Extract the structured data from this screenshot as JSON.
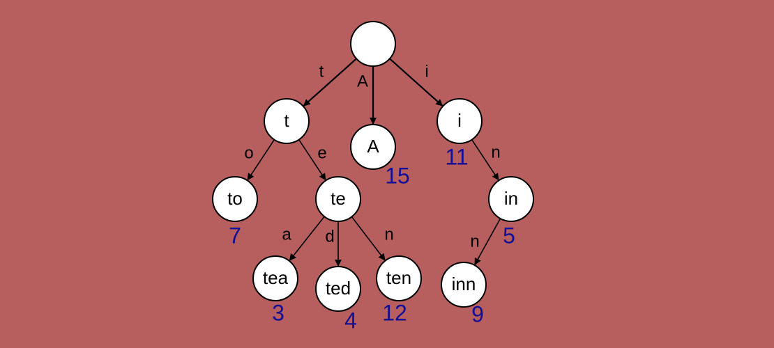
{
  "colors": {
    "background": "#b75e5e",
    "node_fill": "#ffffff",
    "stroke": "#000000",
    "value_text": "#120e96"
  },
  "nodes": [
    {
      "id": "root",
      "label": "",
      "value": ""
    },
    {
      "id": "t",
      "label": "t",
      "value": ""
    },
    {
      "id": "A",
      "label": "A",
      "value": "15"
    },
    {
      "id": "i",
      "label": "i",
      "value": "11"
    },
    {
      "id": "to",
      "label": "to",
      "value": "7"
    },
    {
      "id": "te",
      "label": "te",
      "value": ""
    },
    {
      "id": "in",
      "label": "in",
      "value": "5"
    },
    {
      "id": "tea",
      "label": "tea",
      "value": "3"
    },
    {
      "id": "ted",
      "label": "ted",
      "value": "4"
    },
    {
      "id": "ten",
      "label": "ten",
      "value": "12"
    },
    {
      "id": "inn",
      "label": "inn",
      "value": "9"
    }
  ],
  "edges": [
    {
      "from": "root",
      "to": "t",
      "label": "t"
    },
    {
      "from": "root",
      "to": "A",
      "label": "A"
    },
    {
      "from": "root",
      "to": "i",
      "label": "i"
    },
    {
      "from": "t",
      "to": "to",
      "label": "o"
    },
    {
      "from": "t",
      "to": "te",
      "label": "e"
    },
    {
      "from": "i",
      "to": "in",
      "label": "n"
    },
    {
      "from": "te",
      "to": "tea",
      "label": "a"
    },
    {
      "from": "te",
      "to": "ted",
      "label": "d"
    },
    {
      "from": "te",
      "to": "ten",
      "label": "n"
    },
    {
      "from": "in",
      "to": "inn",
      "label": "n"
    }
  ]
}
